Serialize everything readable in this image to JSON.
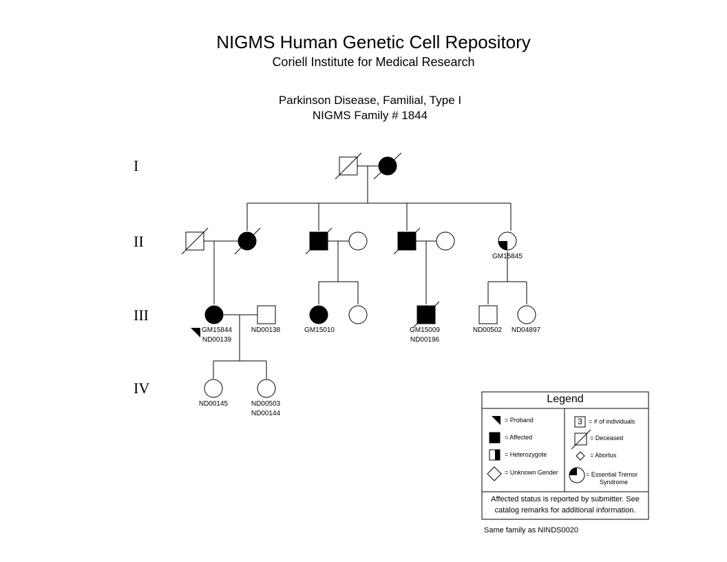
{
  "title": "NIGMS Human Genetic Cell Repository",
  "subtitle": "Coriell Institute for Medical Research",
  "disease": "Parkinson Disease, Familial, Type I",
  "family": "NIGMS Family # 1844",
  "generations": [
    "I",
    "II",
    "III",
    "IV"
  ],
  "labels": {
    "ii_daughter": "GM15845",
    "iii_proband_a": "GM15844",
    "iii_proband_b": "ND00139",
    "iii_spouse": "ND00138",
    "iii_aff_female": "GM15010",
    "iii_aff_male_a": "GM15009",
    "iii_aff_male_b": "ND00196",
    "iii_male": "ND00502",
    "iii_female": "ND04897",
    "iv_a": "ND00145",
    "iv_b_a": "ND00503",
    "iv_b_b": "ND00144"
  },
  "legend": {
    "title": "Legend",
    "proband": "= Proband",
    "affected": "= Affected",
    "heterozygote": "= Heterozygote",
    "unknown": "= Unknown Gender",
    "count_num": "3",
    "count": "= # of individuals",
    "deceased": "= Deceased",
    "abortus": "= Abortus",
    "tremor_a": "= Essential Tremor",
    "tremor_b": "Syndrome",
    "note_a": "Affected status is reported by submitter. See",
    "note_b": "catalog remarks for additional information."
  },
  "footer": "Same family as NINDS0020"
}
